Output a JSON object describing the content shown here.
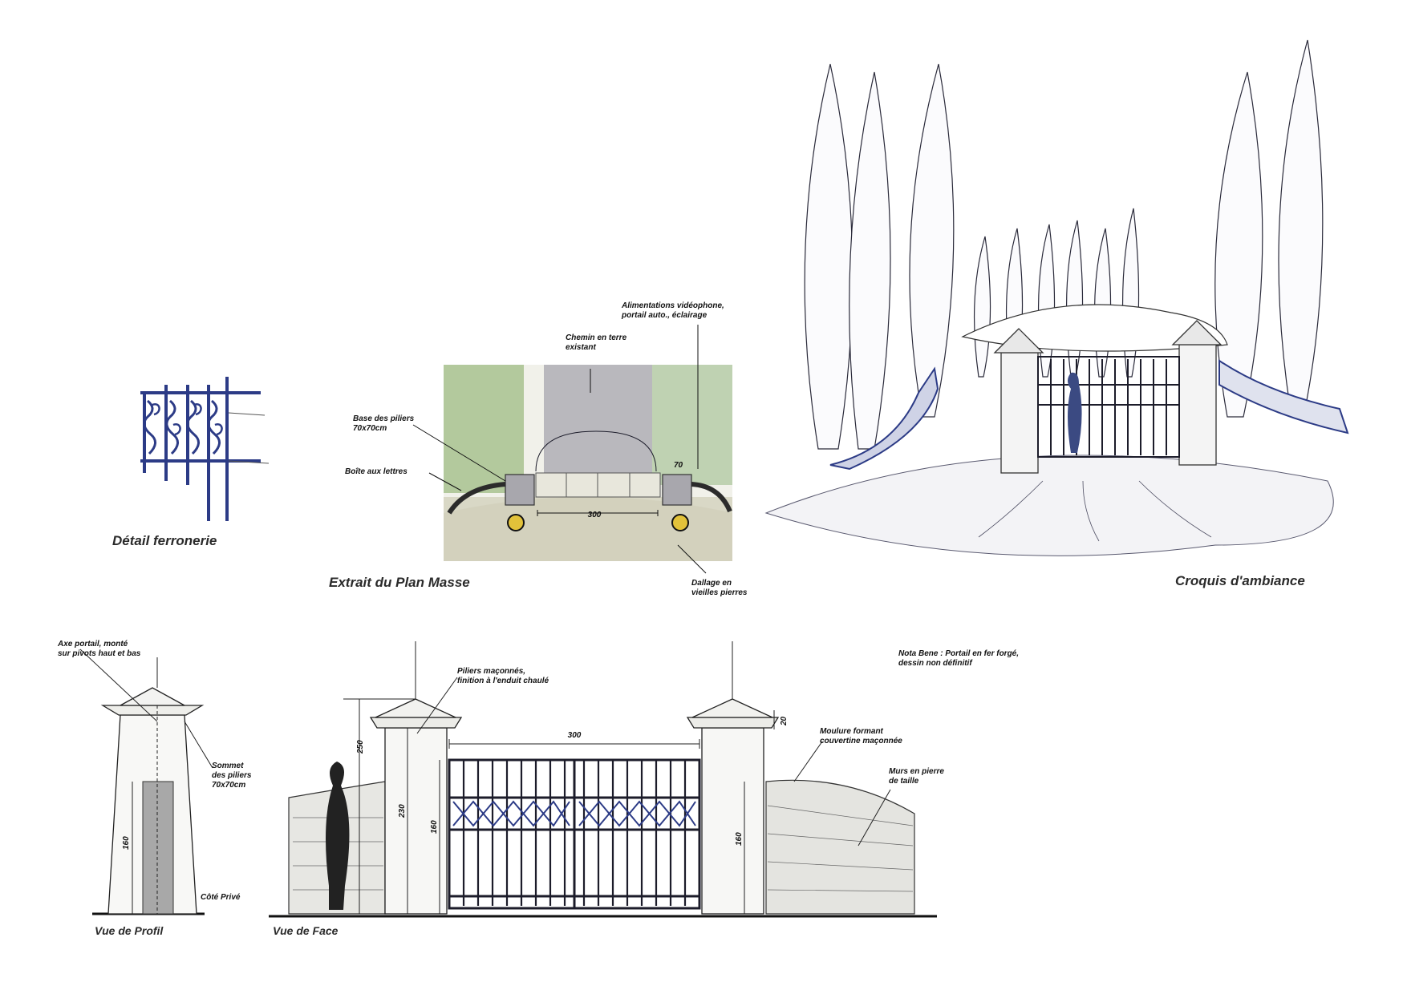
{
  "titles": {
    "detail": "Détail ferronerie",
    "plan": "Extrait du Plan Masse",
    "sketch": "Croquis d'ambiance",
    "profile": "Vue de Profil",
    "front": "Vue de Face"
  },
  "plan_labels": {
    "chemin": [
      "Chemin en terre",
      "existant"
    ],
    "alimentations": [
      "Alimentations vidéophone,",
      "portail auto., éclairage"
    ],
    "base_piliers": [
      "Base des piliers",
      "70x70cm"
    ],
    "boite": "Boîte aux lettres",
    "dallage": [
      "Dallage en",
      "vieilles pierres"
    ],
    "dim_width": "300",
    "dim_pillar": "70"
  },
  "elevation_labels": {
    "axe": [
      "Axe portail, monté",
      "sur pivots haut et bas"
    ],
    "sommet": [
      "Sommet",
      "des piliers",
      "70x70cm"
    ],
    "cote_prive": "Côté Privé",
    "piliers": [
      "Piliers maçonnés,",
      "finition à l'enduit chaulé"
    ],
    "nota": [
      "Nota Bene : Portail en fer forgé,",
      "dessin non définitif"
    ],
    "moulure": [
      "Moulure formant",
      "couvertine maçonnée"
    ],
    "murs": [
      "Murs en pierre",
      "de taille"
    ],
    "dim_250": "250",
    "dim_230": "230",
    "dim_160a": "160",
    "dim_160b": "160",
    "dim_160c": "160",
    "dim_300": "300",
    "dim_20": "20"
  },
  "colors": {
    "ink": "#1c1c2a",
    "iron_blue": "#2c3b86",
    "paving": "#d9d8c6",
    "greenery": "#9dbb83",
    "pillar_gray": "#b9b8bd"
  }
}
